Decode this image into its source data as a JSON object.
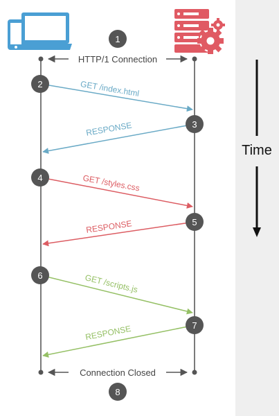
{
  "colors": {
    "client_icon": "#4a9fd4",
    "server_icon": "#e05a63",
    "badge": "#555555",
    "lifeline": "#7a7a7a",
    "blue": "#6aaac6",
    "red": "#dc5c62",
    "green": "#95c065",
    "side_panel": "#efefef",
    "time_arrow": "#111111"
  },
  "icons": {
    "client": "laptop-and-phone-icon",
    "server": "server-rack-with-gears-icon"
  },
  "connection": {
    "open_label": "HTTP/1 Connection",
    "closed_label": "Connection Closed"
  },
  "steps": [
    {
      "number": "1",
      "label": ""
    },
    {
      "number": "2",
      "label": "GET /index.html",
      "color": "blue"
    },
    {
      "number": "3",
      "label": "RESPONSE",
      "color": "blue"
    },
    {
      "number": "4",
      "label": "GET /styles.css",
      "color": "red"
    },
    {
      "number": "5",
      "label": "RESPONSE",
      "color": "red"
    },
    {
      "number": "6",
      "label": "GET /scripts.js",
      "color": "green"
    },
    {
      "number": "7",
      "label": "RESPONSE",
      "color": "green"
    },
    {
      "number": "8",
      "label": ""
    }
  ],
  "time": {
    "label": "Time"
  }
}
